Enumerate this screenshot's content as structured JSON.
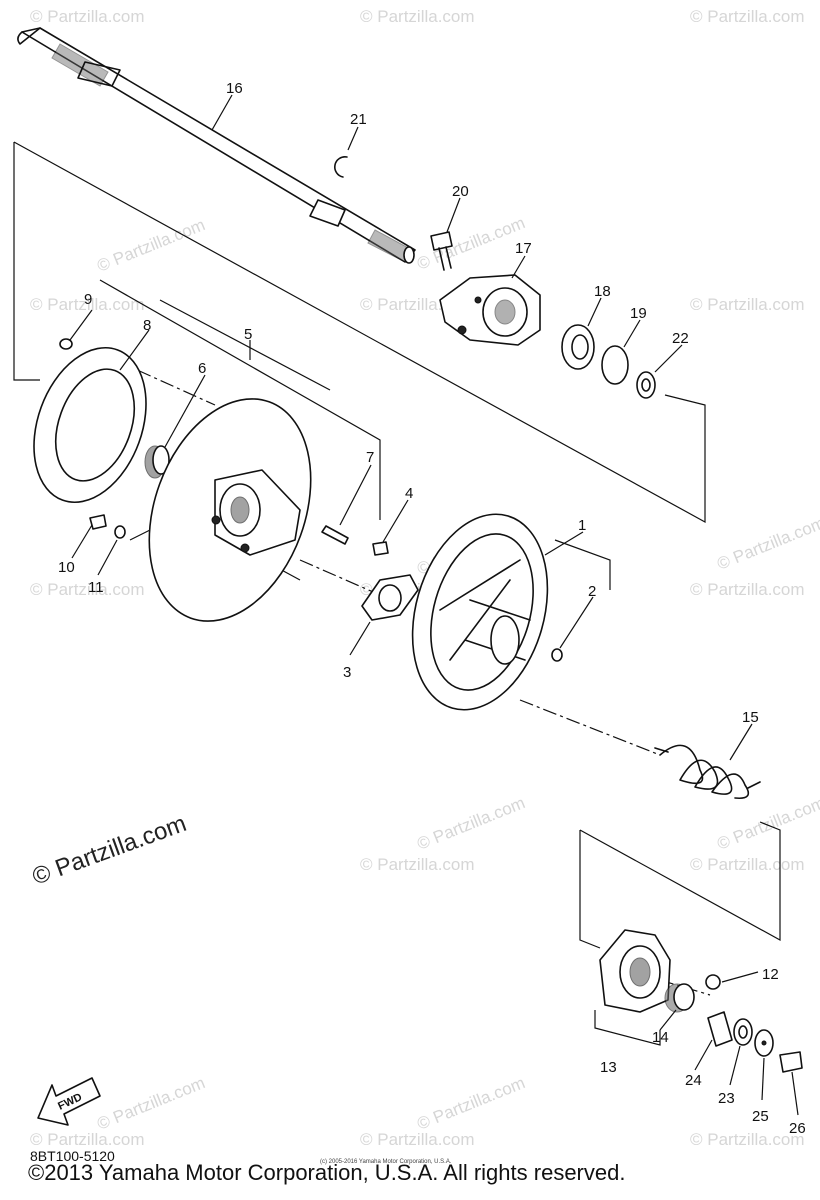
{
  "watermark": "© Partzilla.com",
  "watermark_large": "© Partzilla.com",
  "callouts": [
    "1",
    "2",
    "3",
    "4",
    "5",
    "6",
    "7",
    "8",
    "9",
    "10",
    "11",
    "12",
    "13",
    "14",
    "15",
    "16",
    "17",
    "18",
    "19",
    "20",
    "21",
    "22",
    "23",
    "24",
    "25",
    "26"
  ],
  "fwd_label": "FWD",
  "diagram_code": "8BT100-5120",
  "small_copyright": "(c) 2005-2016 Yamaha Motor Corporation, U.S.A.",
  "copyright": "©2013 Yamaha Motor Corporation, U.S.A. All rights reserved."
}
